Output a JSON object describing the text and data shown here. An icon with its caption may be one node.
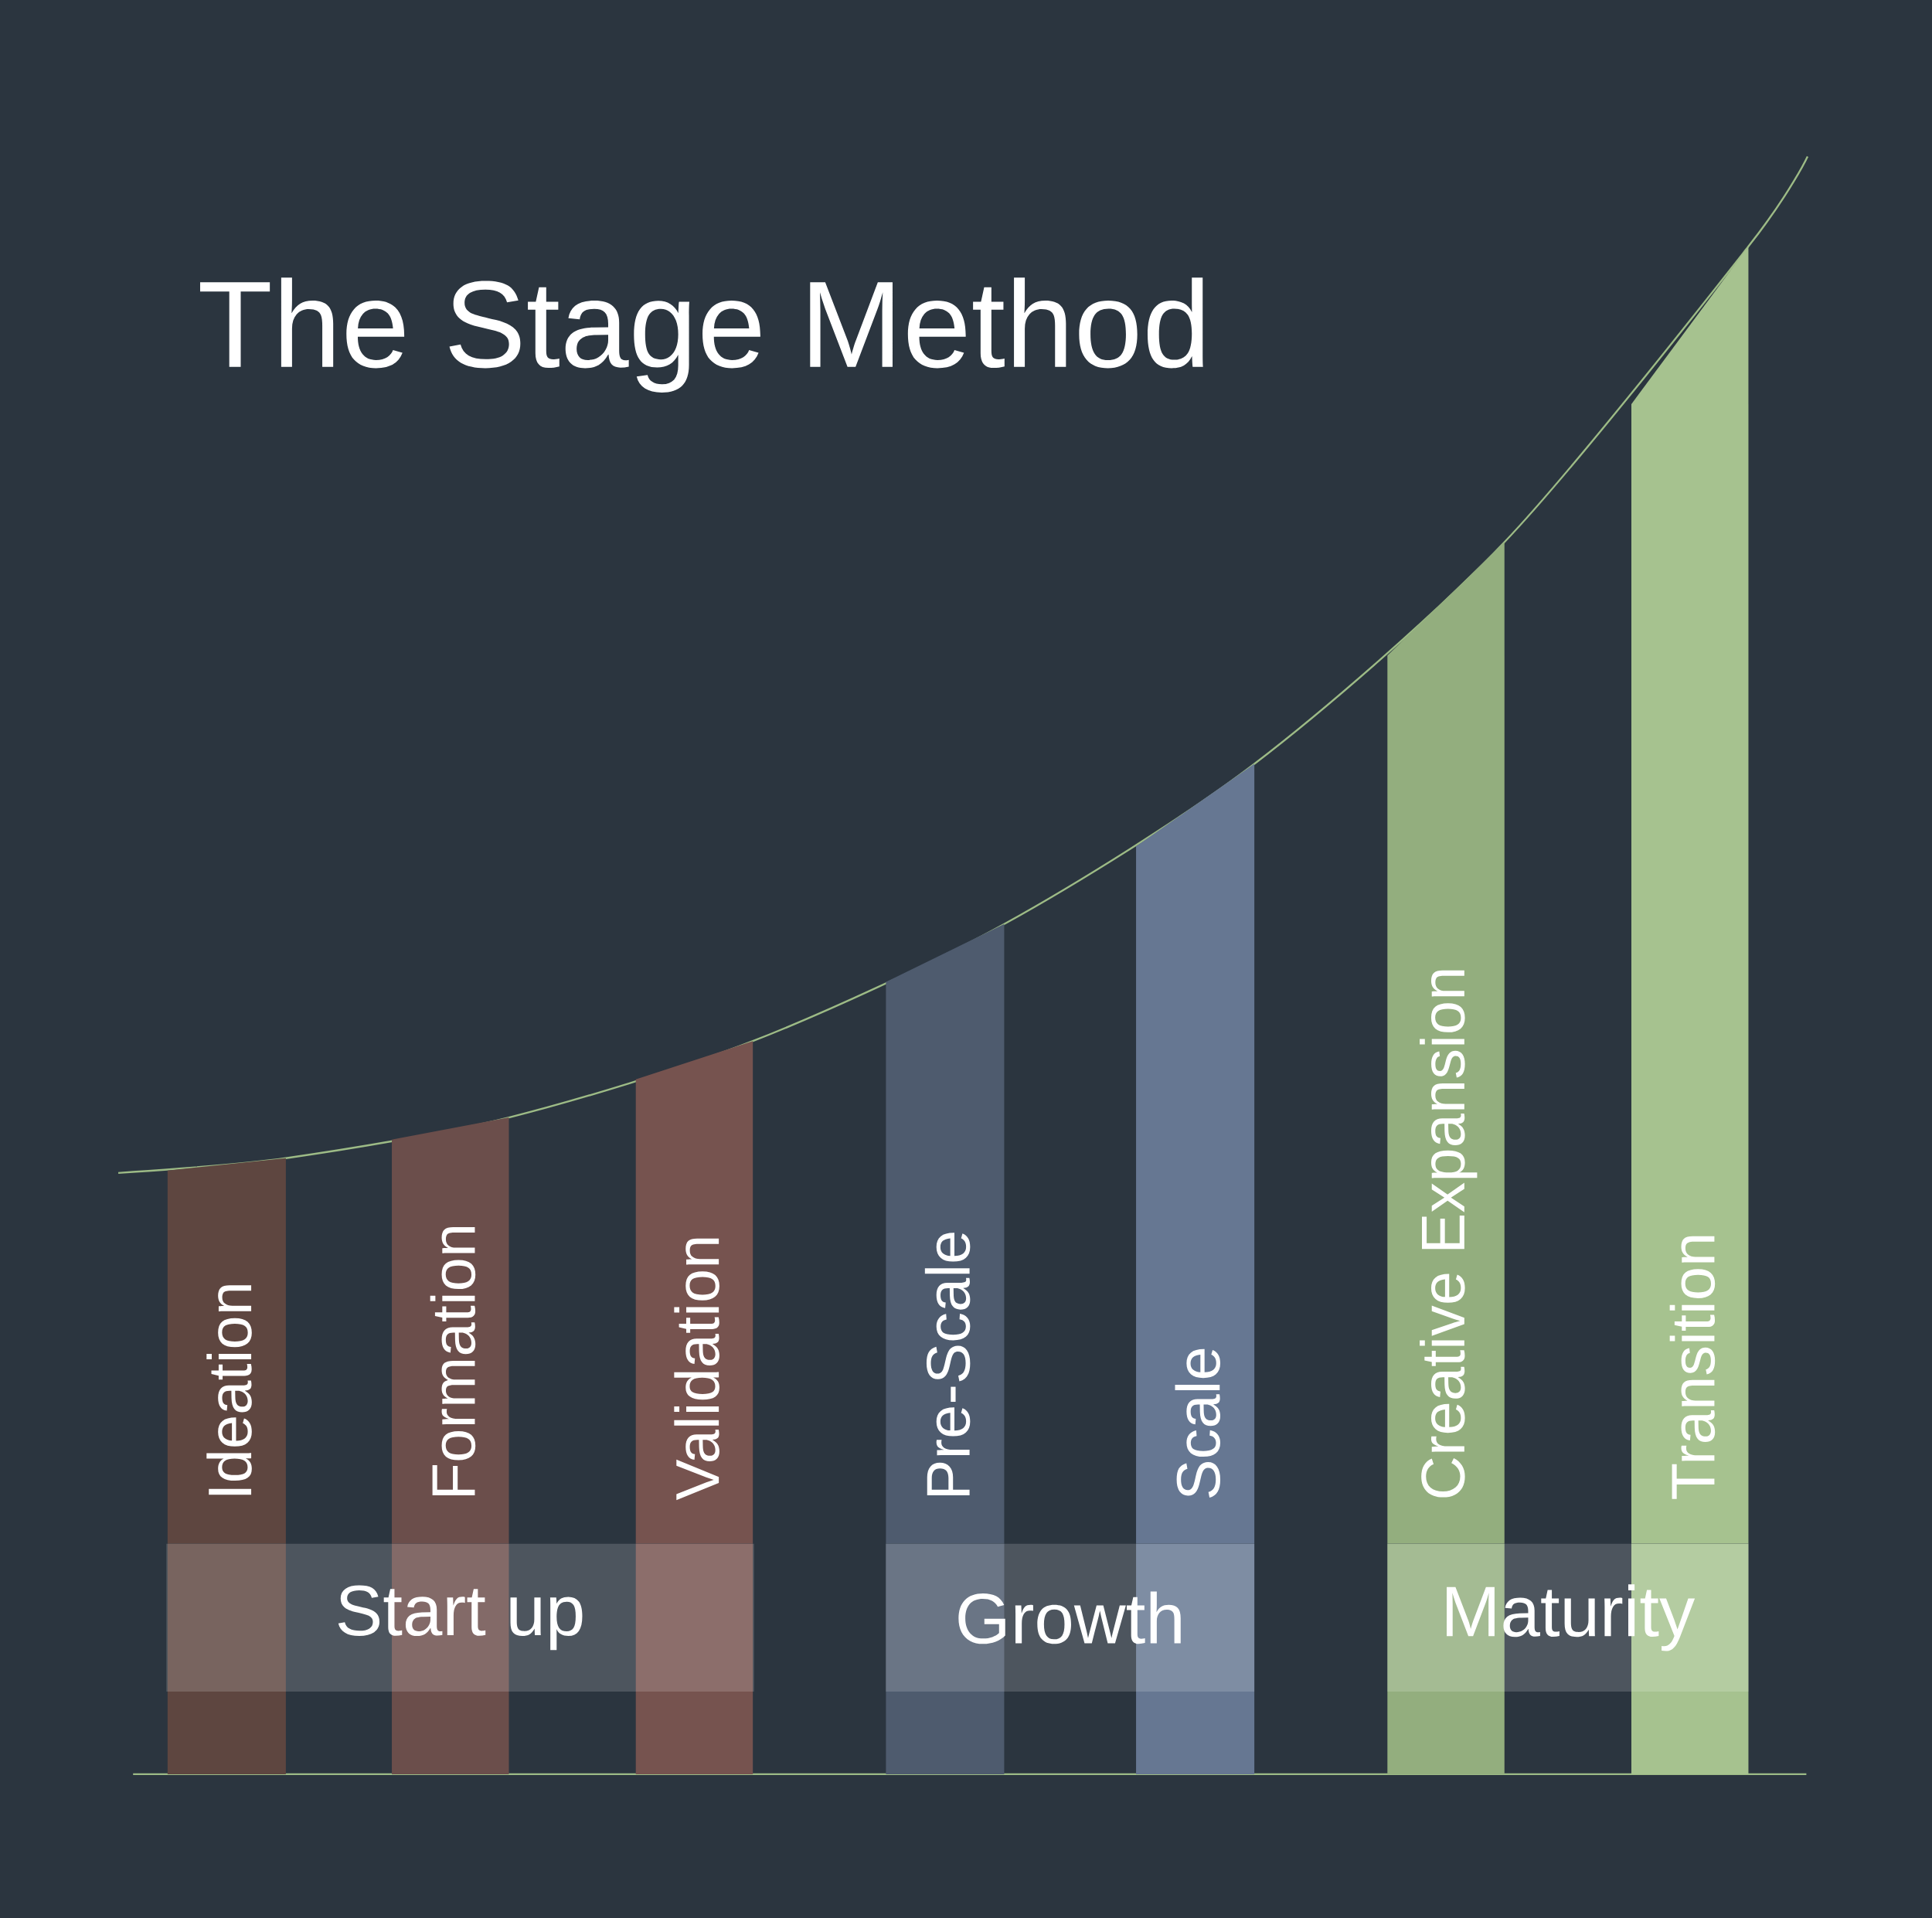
{
  "diagram": {
    "title": "The Stage Method",
    "nodes": [
      {
        "text": [
          "Ideation"
        ]
      },
      {
        "text": [
          "Formation"
        ]
      },
      {
        "text": [
          "Validation"
        ]
      },
      {
        "text": [
          "Pre-Scale"
        ]
      },
      {
        "text": [
          "Scale"
        ]
      },
      {
        "text": [
          "Creative Expansion"
        ]
      },
      {
        "text": [
          "Transition"
        ]
      },
      {
        "text": [
          "Start up"
        ]
      },
      {
        "text": [
          "Growth"
        ]
      },
      {
        "text": [
          "Maturity"
        ]
      }
    ]
  }
}
